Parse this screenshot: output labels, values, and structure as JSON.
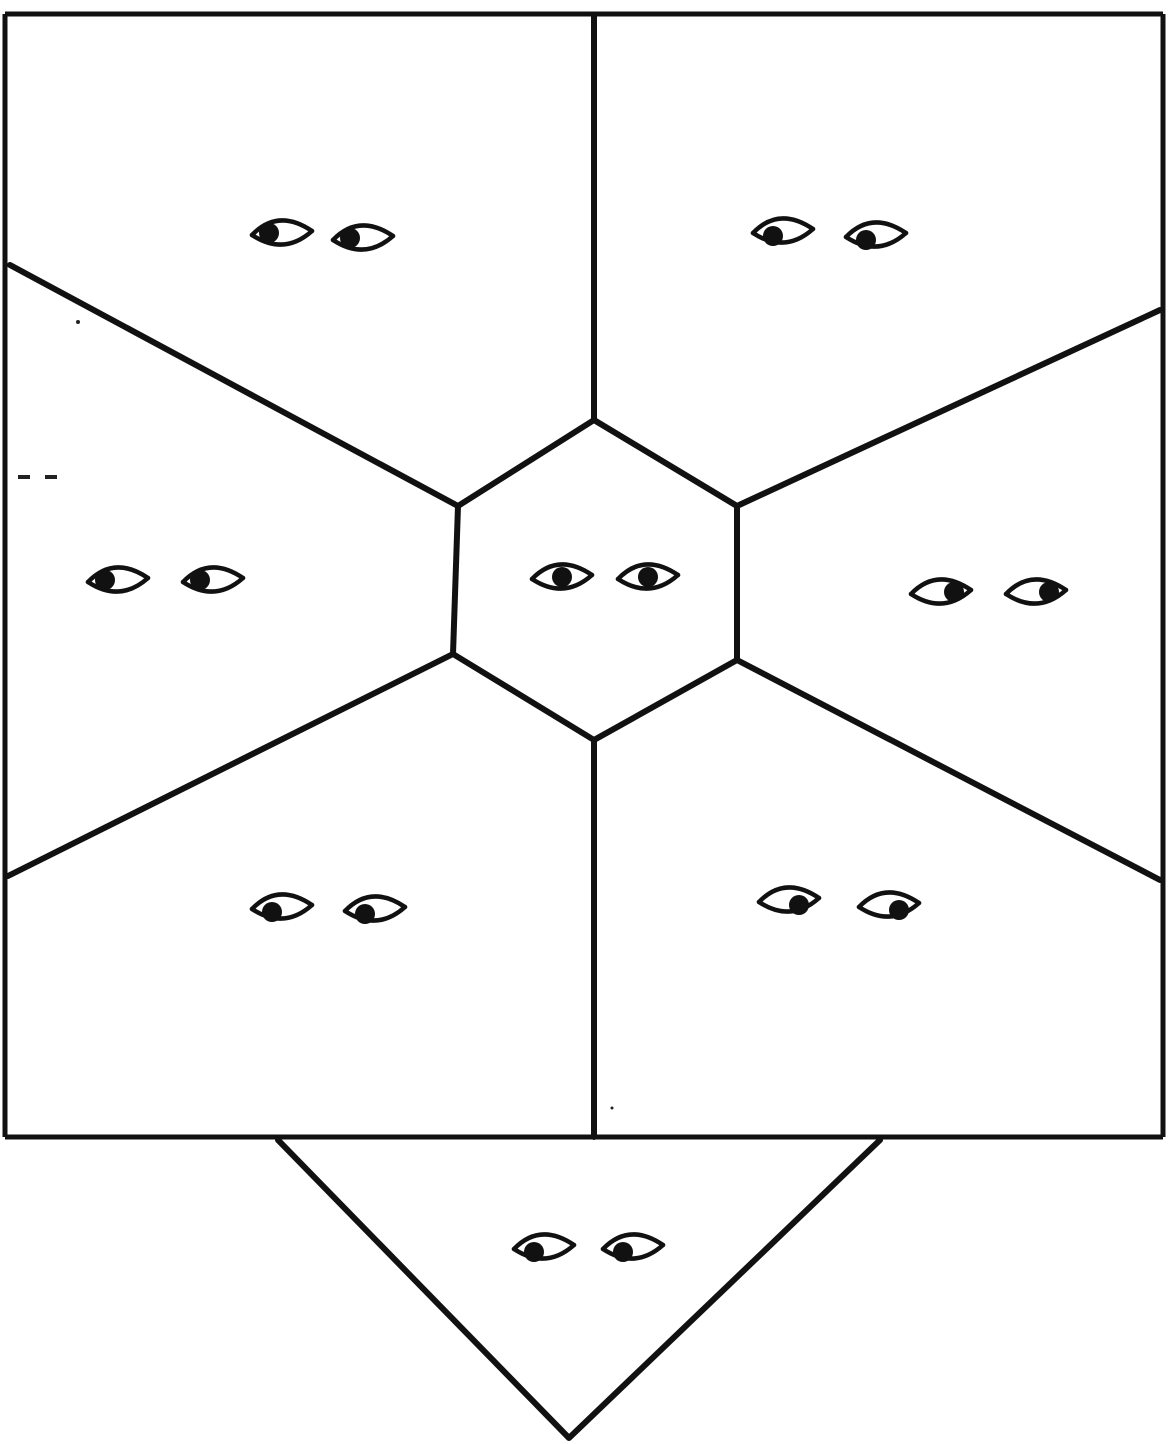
{
  "figure": {
    "panels": [
      {
        "name": "top-left",
        "gaze": "left"
      },
      {
        "name": "top-right",
        "gaze": "down-left"
      },
      {
        "name": "middle-left",
        "gaze": "left"
      },
      {
        "name": "center",
        "gaze": "forward"
      },
      {
        "name": "middle-right",
        "gaze": "right"
      },
      {
        "name": "bottom-left",
        "gaze": "down-left"
      },
      {
        "name": "bottom-right",
        "gaze": "down-right"
      },
      {
        "name": "bottom-triangle",
        "gaze": "down-left"
      }
    ],
    "colors": {
      "ink": "#111111",
      "paper": "#ffffff"
    },
    "icon": "eye-pair-icon"
  }
}
